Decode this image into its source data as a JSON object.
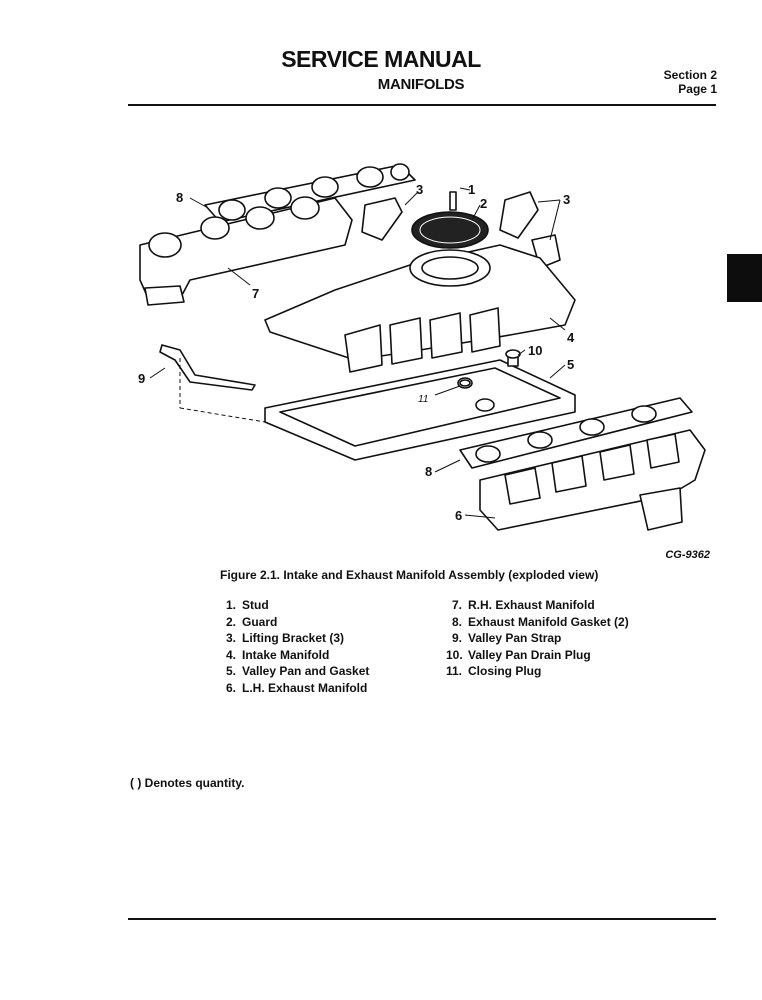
{
  "header": {
    "title": "SERVICE MANUAL",
    "subtitle": "MANIFOLDS",
    "section": "Section 2",
    "page": "Page 1"
  },
  "figure": {
    "id": "CG-9362",
    "caption": "Figure 2.1. Intake and Exhaust Manifold Assembly (exploded view)",
    "callouts": [
      "1",
      "2",
      "3",
      "3",
      "4",
      "5",
      "6",
      "7",
      "8",
      "8",
      "9",
      "10",
      "11"
    ]
  },
  "legend": {
    "left": [
      {
        "num": "1.",
        "label": "Stud"
      },
      {
        "num": "2.",
        "label": "Guard"
      },
      {
        "num": "3.",
        "label": "Lifting Bracket (3)"
      },
      {
        "num": "4.",
        "label": "Intake Manifold"
      },
      {
        "num": "5.",
        "label": "Valley Pan and Gasket"
      },
      {
        "num": "6.",
        "label": "L.H. Exhaust Manifold"
      }
    ],
    "right": [
      {
        "num": "7.",
        "label": "R.H. Exhaust Manifold"
      },
      {
        "num": "8.",
        "label": "Exhaust Manifold Gasket (2)"
      },
      {
        "num": "9.",
        "label": "Valley Pan Strap"
      },
      {
        "num": "10.",
        "label": "Valley Pan Drain Plug"
      },
      {
        "num": "11.",
        "label": "Closing Plug"
      }
    ]
  },
  "note": "( ) Denotes quantity."
}
